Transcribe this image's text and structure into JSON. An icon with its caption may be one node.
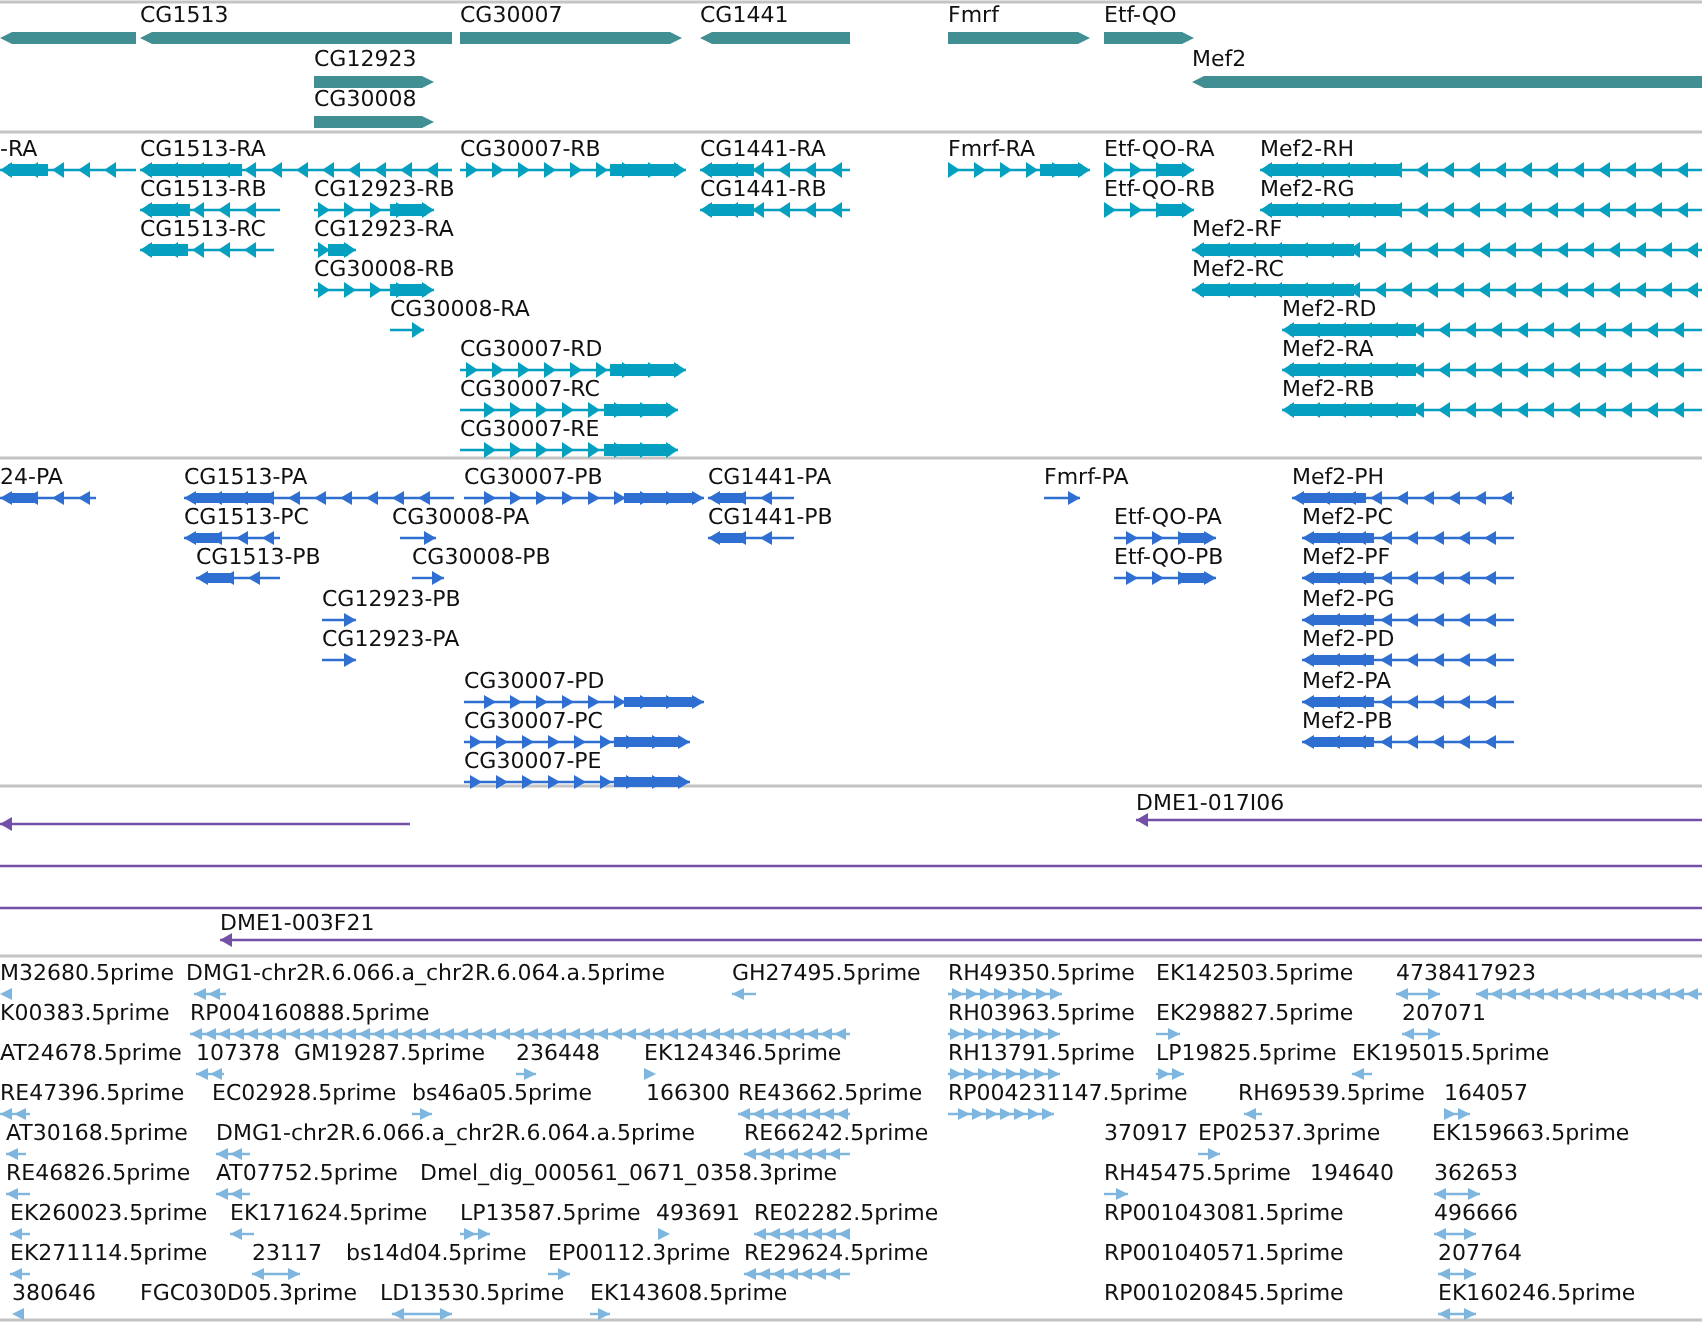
{
  "diagram": {
    "labels": [
      "CG1513",
      "CG30007",
      "CG1441",
      "Fmrf",
      "Etf-QO",
      "CG12923",
      "Mef2",
      "CG30008",
      "-RA",
      "CG1513-RA",
      "CG30007-RB",
      "CG1441-RA",
      "Fmrf-RA",
      "Etf-QO-RA",
      "Mef2-RH",
      "CG1513-RB",
      "CG12923-RB",
      "CG1441-RB",
      "Etf-QO-RB",
      "Mef2-RG",
      "CG1513-RC",
      "CG12923-RA",
      "Mef2-RF",
      "CG30008-RB",
      "Mef2-RC",
      "CG30008-RA",
      "Mef2-RD",
      "CG30007-RD",
      "Mef2-RA",
      "CG30007-RC",
      "Mef2-RB",
      "CG30007-RE",
      "24-PA",
      "CG1513-PA",
      "CG30007-PB",
      "CG1441-PA",
      "Fmrf-PA",
      "Mef2-PH",
      "CG1513-PC",
      "CG30008-PA",
      "CG1441-PB",
      "Etf-QO-PA",
      "Mef2-PC",
      "CG1513-PB",
      "CG30008-PB",
      "Etf-QO-PB",
      "Mef2-PF",
      "CG12923-PB",
      "Mef2-PG",
      "CG12923-PA",
      "Mef2-PD",
      "CG30007-PD",
      "Mef2-PA",
      "CG30007-PC",
      "Mef2-PB",
      "CG30007-PE",
      "DME1-017I06",
      "DME1-003F21",
      "M32680.5prime",
      "DMG1-chr2R.6.066.a_chr2R.6.064.a.5prime",
      "GH27495.5prime",
      "RH49350.5prime",
      "EK142503.5prime",
      "4738417923",
      "K00383.5prime",
      "RP004160888.5prime",
      "RH03963.5prime",
      "EK298827.5prime",
      "207071",
      "AT24678.5prime",
      "107378",
      "GM19287.5prime",
      "236448",
      "EK124346.5prime",
      "RH13791.5prime",
      "LP19825.5prime",
      "EK195015.5prime",
      "RE47396.5prime",
      "EC02928.5prime",
      "bs46a05.5prime",
      "166300",
      "RE43662.5prime",
      "RP004231147.5prime",
      "RH69539.5prime",
      "164057",
      "AT30168.5prime",
      "DMG1-chr2R.6.066.a_chr2R.6.064.a.5prime",
      "RE66242.5prime",
      "370917",
      "EP02537.3prime",
      "EK159663.5prime",
      "RE46826.5prime",
      "AT07752.5prime",
      "Dmel_dig_000561_0671_0358.3prime",
      "RH45475.5prime",
      "194640",
      "362653",
      "EK260023.5prime",
      "EK171624.5prime",
      "LP13587.5prime",
      "493691",
      "RE02282.5prime",
      "RP001043081.5prime",
      "496666",
      "EK271114.5prime",
      "23117",
      "bs14d04.5prime",
      "EP00112.3prime",
      "RE29624.5prime",
      "RP001040571.5prime",
      "207764",
      "380646",
      "FGC030D05.3prime",
      "LD13530.5prime",
      "EK143608.5prime",
      "RP001020845.5prime",
      "EK160246.5prime"
    ]
  }
}
